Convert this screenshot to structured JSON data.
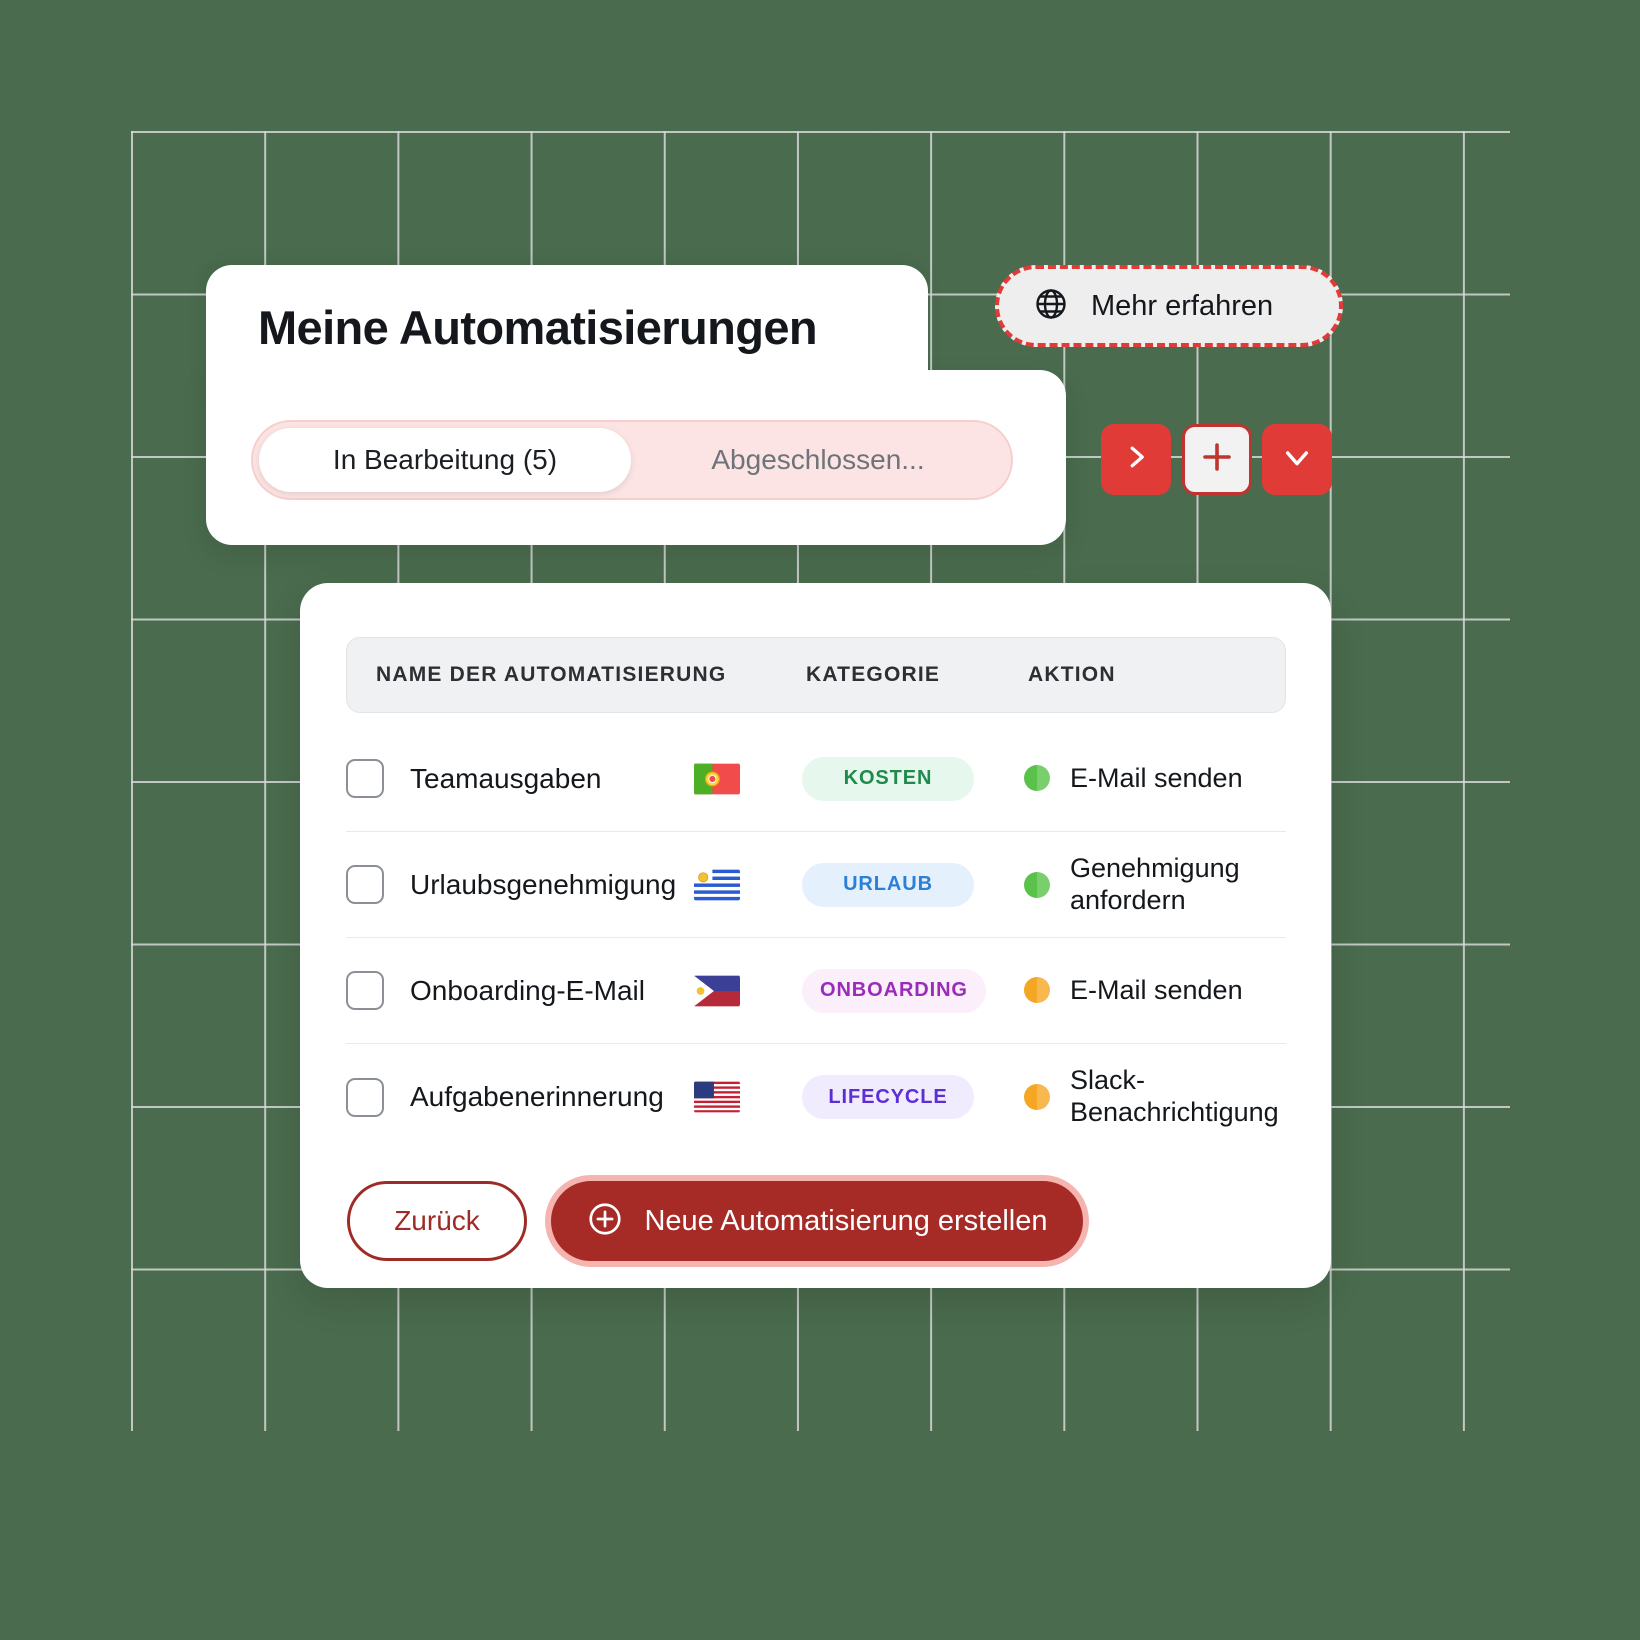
{
  "header": {
    "title": "Meine Automatisierungen",
    "learn_more_label": "Mehr erfahren",
    "learn_more_icon": "globe-icon",
    "tabs": [
      {
        "label": "In Bearbeitung (5)",
        "active": true
      },
      {
        "label": "Abgeschlossen...",
        "active": false
      }
    ]
  },
  "quick_actions": [
    {
      "name": "next-button",
      "icon": "chevron-right-icon",
      "style": "filled-red"
    },
    {
      "name": "add-button",
      "icon": "plus-icon",
      "style": "outlined-red"
    },
    {
      "name": "expand-button",
      "icon": "chevron-down-icon",
      "style": "filled-red"
    }
  ],
  "table": {
    "columns": [
      "NAME DER AUTOMATISIERUNG",
      "KATEGORIE",
      "AKTION"
    ],
    "rows": [
      {
        "name": "Teamausgaben",
        "flag": "portugal-flag",
        "category": "KOSTEN",
        "category_color": "#1f8a4c",
        "category_bg": "#e6f8ed",
        "action": "E-Mail senden",
        "status_color": "#5ac24a",
        "selected": false
      },
      {
        "name": "Urlaubsgenehmigung",
        "flag": "uruguay-flag",
        "category": "URLAUB",
        "category_color": "#2b7fd4",
        "category_bg": "#e4f1fd",
        "action": "Genehmigung anfordern",
        "status_color": "#5ac24a",
        "selected": false
      },
      {
        "name": "Onboarding-E-Mail",
        "flag": "philippines-flag",
        "category": "ONBOARDING",
        "category_color": "#9b2bb8",
        "category_bg": "#fbeffc",
        "action": "E-Mail senden",
        "status_color": "#f5a623",
        "selected": false
      },
      {
        "name": "Aufgabenerinnerung",
        "flag": "usa-flag",
        "category": "LIFECYCLE",
        "category_color": "#5b2ed6",
        "category_bg": "#f1ecfd",
        "action": "Slack-Benachrichtigung",
        "status_color": "#f5a623",
        "selected": false
      }
    ]
  },
  "footer": {
    "back_label": "Zurück",
    "create_label": "Neue Automatisierung erstellen",
    "create_icon": "plus-circle-icon"
  },
  "theme": {
    "background": "#4a6b4d",
    "grid_line": "#d6d8d8",
    "accent_red": "#e03b36",
    "deep_red": "#a62b26",
    "card_white": "#ffffff"
  }
}
